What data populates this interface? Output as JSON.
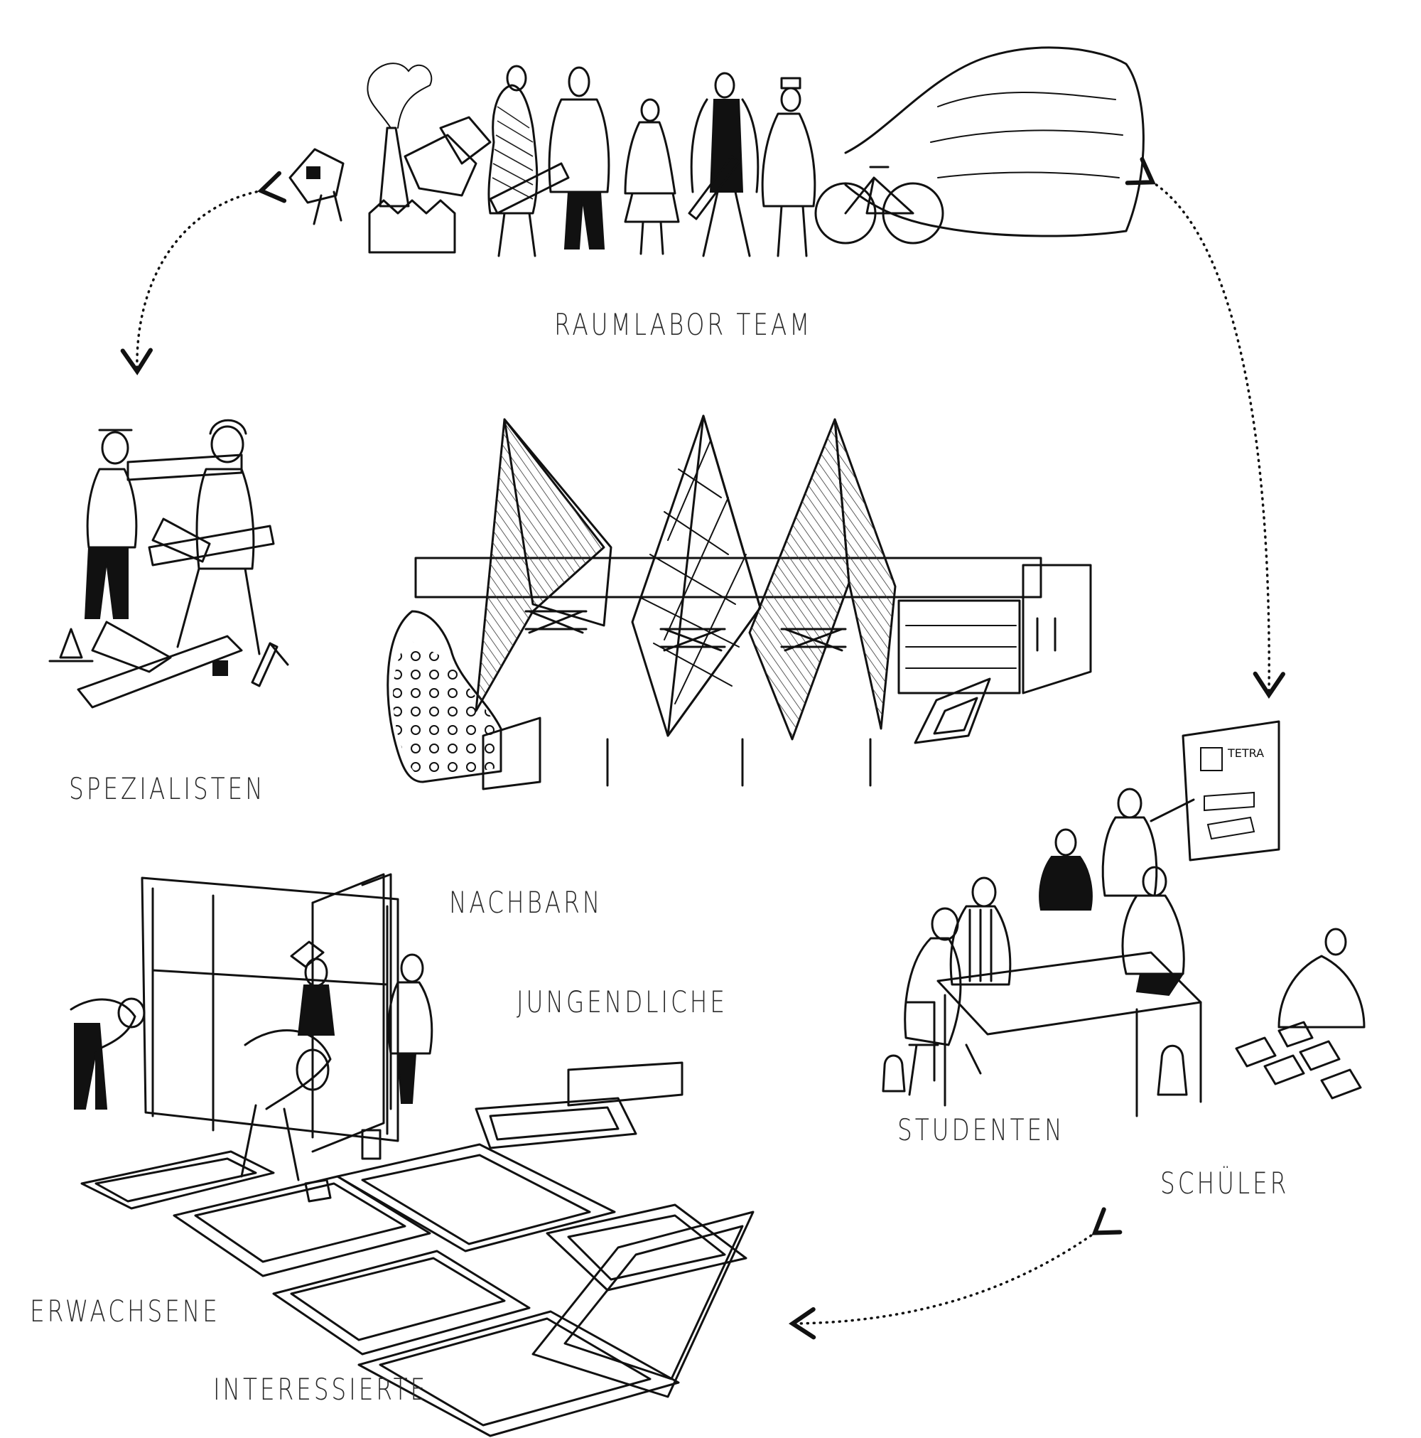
{
  "labels": {
    "raumlabor_team": "RAUMLABOR TEAM",
    "spezialisten": "SPEZIALISTEN",
    "nachbarn": "NACHBARN",
    "jungendliche": "JUNGENDLICHE",
    "studenten": "STUDENTEN",
    "schueler": "SCHÜLER",
    "erwachsene": "ERWACHSENE",
    "interessierte": "INTERESSIERTE",
    "poster_text": "TETRA"
  },
  "icons": [
    "team-figures-illustration",
    "bicycle-icon",
    "balloon-structure-icon",
    "builders-illustration",
    "traffic-cone-icon",
    "pavilion-illustration",
    "classroom-illustration",
    "poster-board-icon",
    "workshop-frames-illustration",
    "dotted-double-arrow-icon"
  ]
}
